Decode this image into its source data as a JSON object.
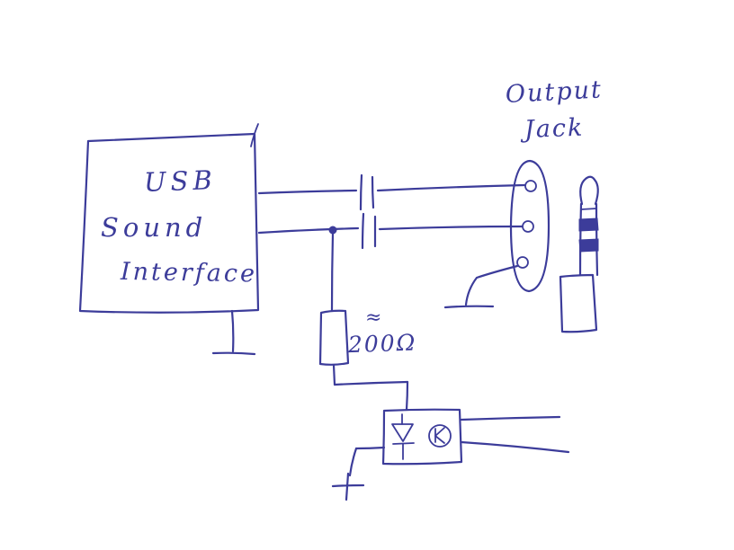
{
  "colors": {
    "ink": "#3c3c9a",
    "paper": "#ffffff"
  },
  "labels": {
    "box_line1": "USB",
    "box_line2": "Sound",
    "box_line3": "Interface",
    "jack_line1": "Output",
    "jack_line2": "Jack",
    "resistor_approx": "≈",
    "resistor_value": "200Ω"
  },
  "components": [
    "usb-sound-interface-box",
    "coupling-capacitor-top",
    "coupling-capacitor-bottom",
    "output-jack-connector",
    "trs-audio-plug",
    "series-resistor",
    "optocoupler-led-phototransistor",
    "ground-symbol-usb",
    "ground-symbol-jack",
    "plus-ground-symbol"
  ]
}
